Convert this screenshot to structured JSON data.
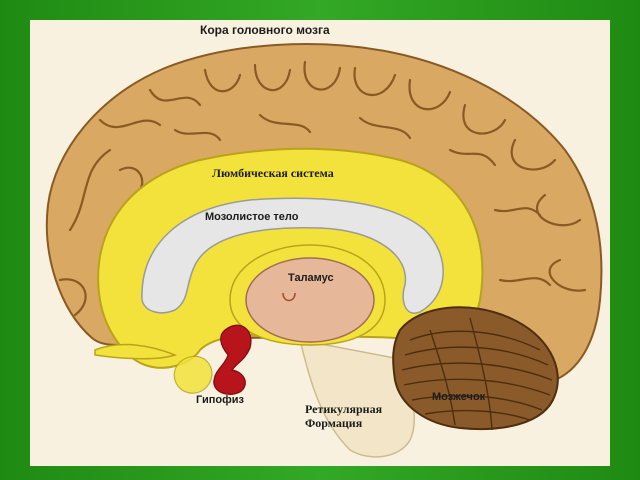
{
  "labels": {
    "cortex": "Кора головного мозга",
    "limbic": "Люмбическая система",
    "corpus_callosum": "Мозолистое тело",
    "thalamus": "Таламус",
    "pituitary": "Гипофиз",
    "reticular_line1": "Ретикулярная",
    "reticular_line2": "Формация",
    "cerebellum": "Мозжечок"
  },
  "colors": {
    "background_green": "#2a9a1a",
    "panel": "#f8f1df",
    "cortex": "#d9a863",
    "limbic": "#f3e23c",
    "corpus_callosum": "#e6e6e6",
    "thalamus": "#e7b79a",
    "pituitary": "#b8141b",
    "cerebellum": "#8a5a2b"
  }
}
